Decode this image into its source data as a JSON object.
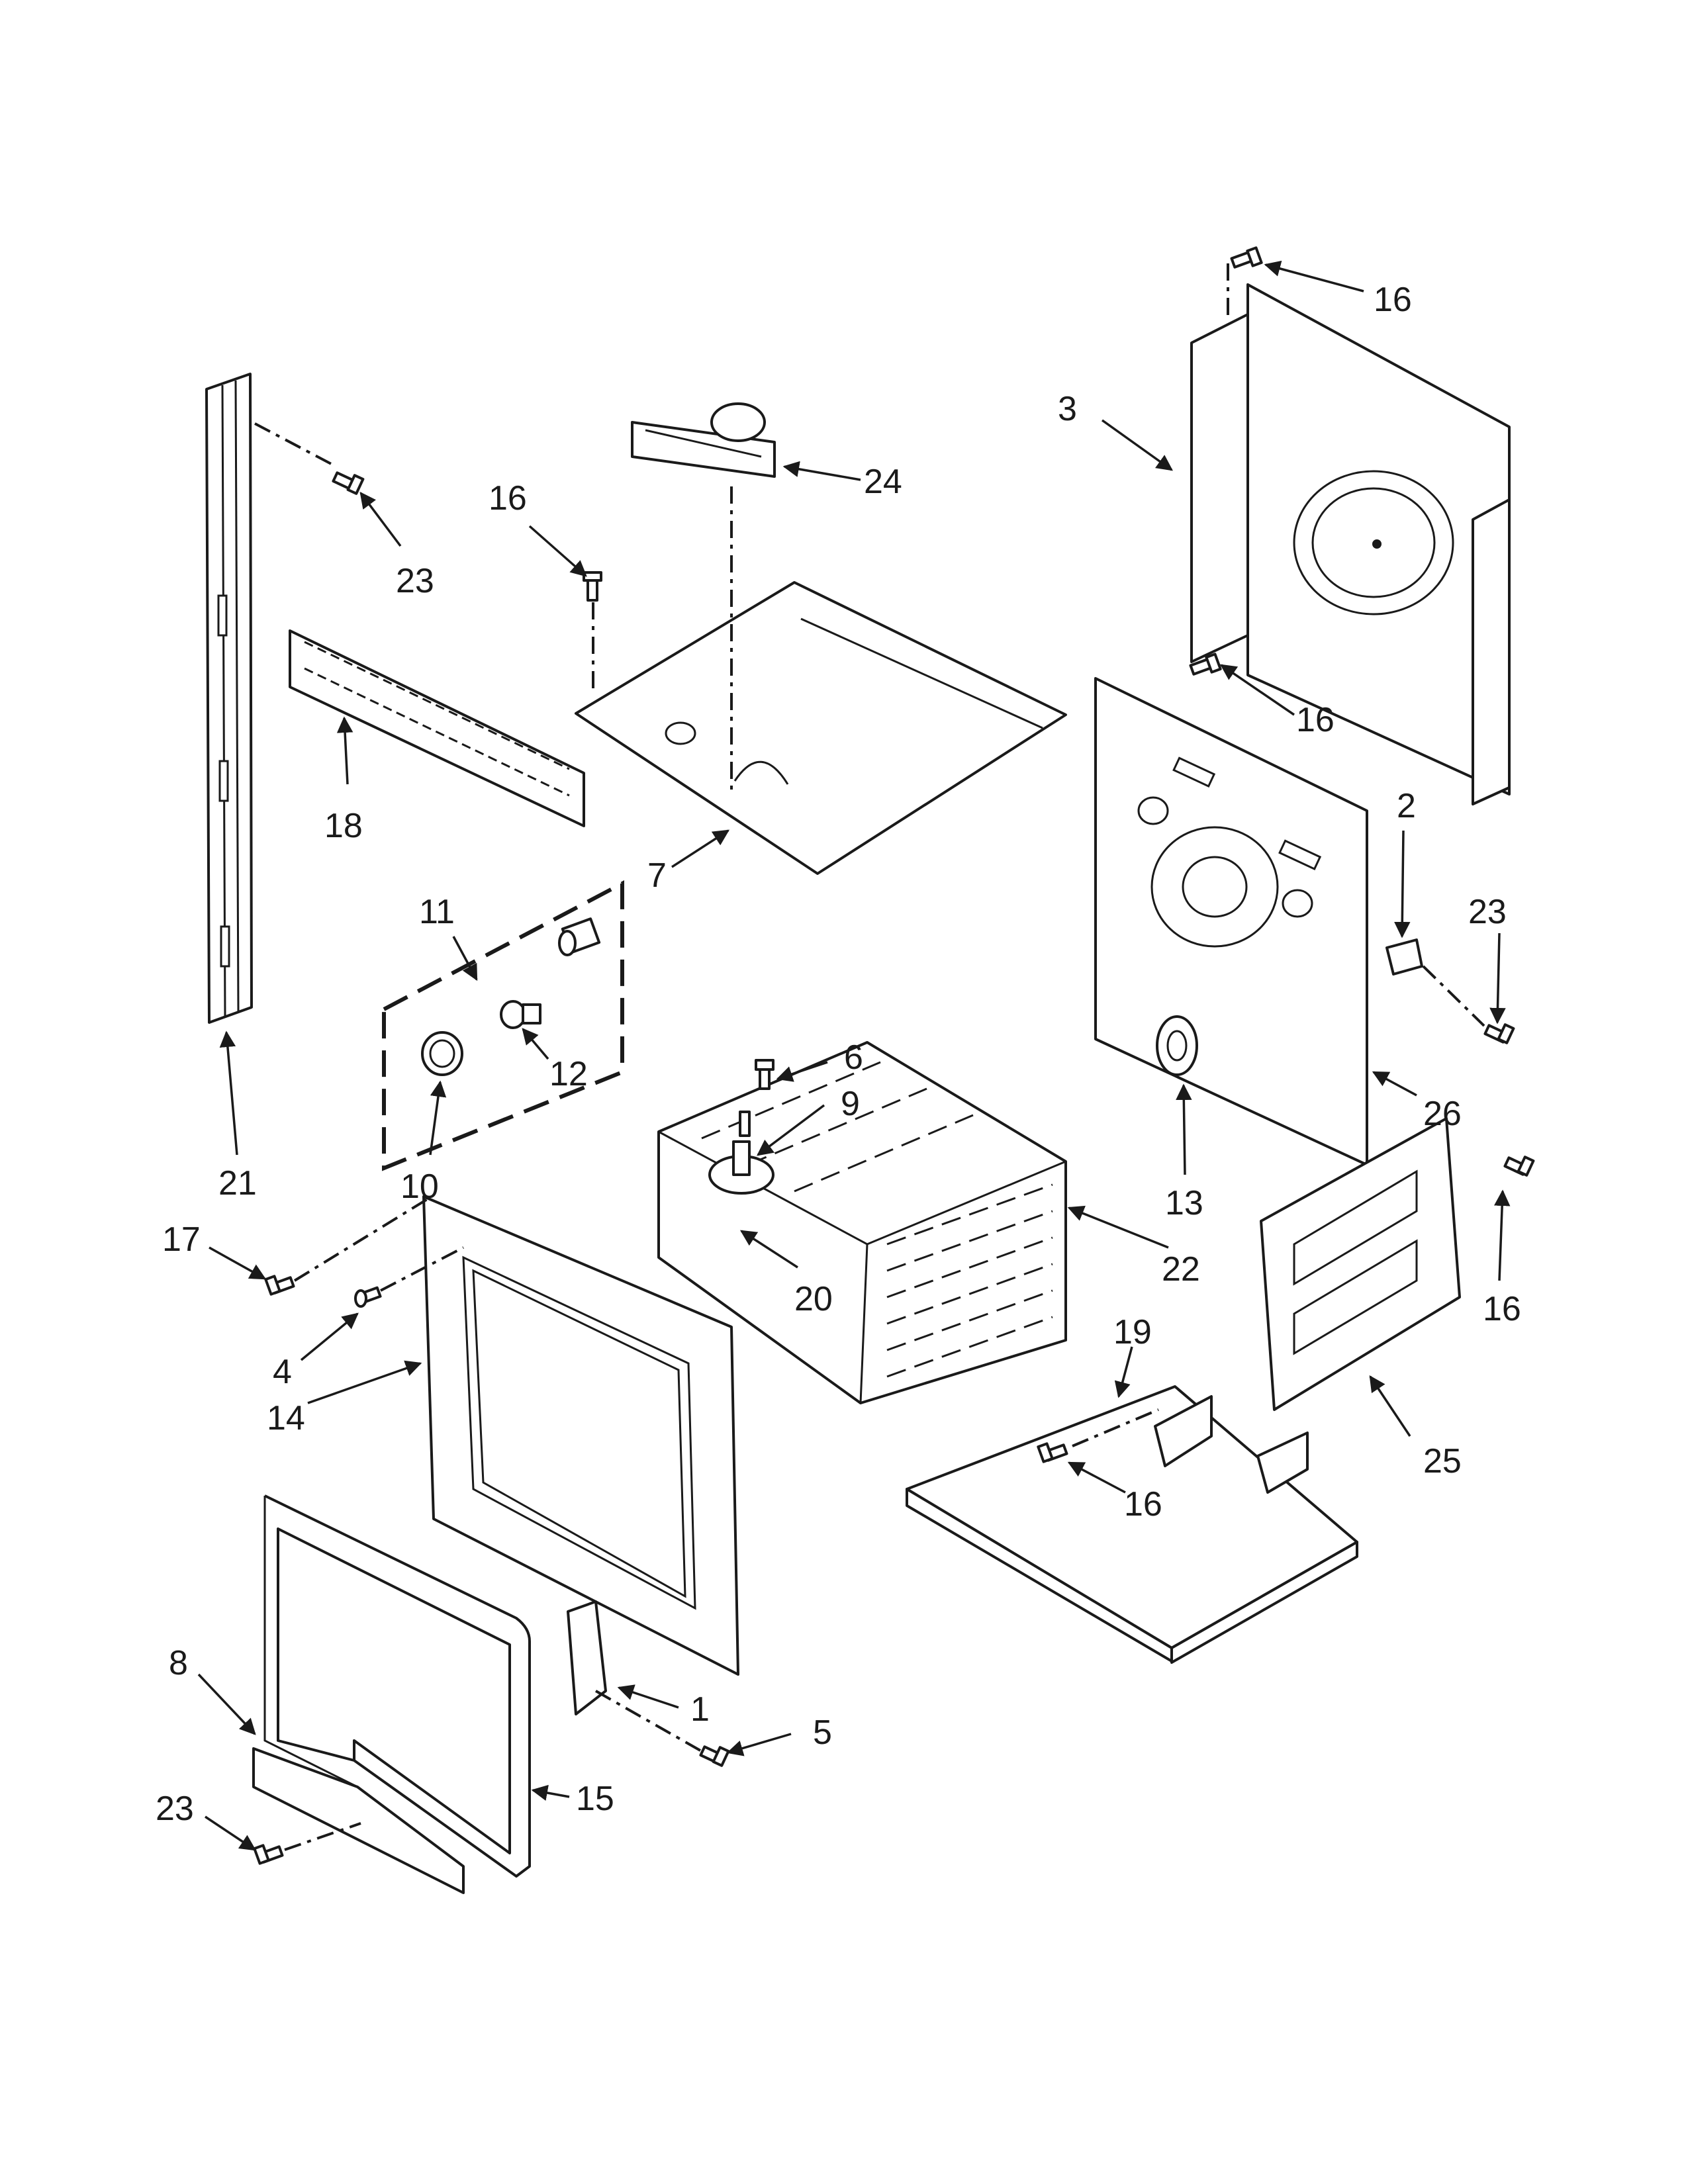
{
  "callouts": [
    {
      "id": "c16a",
      "label": "16"
    },
    {
      "id": "c3",
      "label": "3"
    },
    {
      "id": "c24",
      "label": "24"
    },
    {
      "id": "c16b",
      "label": "16"
    },
    {
      "id": "c23a",
      "label": "23"
    },
    {
      "id": "c18",
      "label": "18"
    },
    {
      "id": "c7",
      "label": "7"
    },
    {
      "id": "c16c",
      "label": "16"
    },
    {
      "id": "c2",
      "label": "2"
    },
    {
      "id": "c23b",
      "label": "23"
    },
    {
      "id": "c11",
      "label": "11"
    },
    {
      "id": "c12",
      "label": "12"
    },
    {
      "id": "c10",
      "label": "10"
    },
    {
      "id": "c6",
      "label": "6"
    },
    {
      "id": "c9",
      "label": "9"
    },
    {
      "id": "c26",
      "label": "26"
    },
    {
      "id": "c21",
      "label": "21"
    },
    {
      "id": "c13",
      "label": "13"
    },
    {
      "id": "c17",
      "label": "17"
    },
    {
      "id": "c20",
      "label": "20"
    },
    {
      "id": "c22",
      "label": "22"
    },
    {
      "id": "c16d",
      "label": "16"
    },
    {
      "id": "c4",
      "label": "4"
    },
    {
      "id": "c14",
      "label": "14"
    },
    {
      "id": "c19",
      "label": "19"
    },
    {
      "id": "c16e",
      "label": "16"
    },
    {
      "id": "c25",
      "label": "25"
    },
    {
      "id": "c8",
      "label": "8"
    },
    {
      "id": "c1",
      "label": "1"
    },
    {
      "id": "c5",
      "label": "5"
    },
    {
      "id": "c23c",
      "label": "23"
    },
    {
      "id": "c15",
      "label": "15"
    }
  ]
}
